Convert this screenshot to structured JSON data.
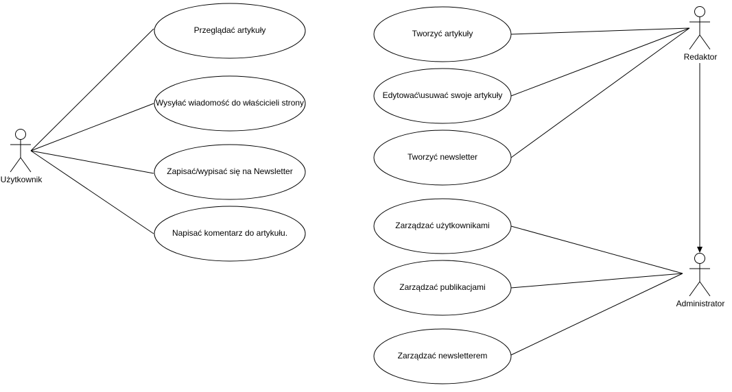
{
  "actors": [
    {
      "id": "uzytkownik",
      "label": "Użytkownik"
    },
    {
      "id": "redaktor",
      "label": "Redaktor"
    },
    {
      "id": "administrator",
      "label": "Administrator"
    }
  ],
  "use_cases": [
    {
      "id": "przegladac",
      "label": "Przeglądać artykuły"
    },
    {
      "id": "wysylac",
      "label": "Wysyłać wiadomość do właścicieli strony"
    },
    {
      "id": "zapisac",
      "label": "Zapisać/wypisać się na Newsletter"
    },
    {
      "id": "napisac",
      "label": "Napisać komentarz do artykułu."
    },
    {
      "id": "tworzyc-art",
      "label": "Tworzyć artykuły"
    },
    {
      "id": "edytowac",
      "label": "Edytować\\usuwać swoje artykuły"
    },
    {
      "id": "tworzyc-news",
      "label": "Tworzyć newsletter"
    },
    {
      "id": "zarz-uzyt",
      "label": "Zarządzać użytkownikami"
    },
    {
      "id": "zarz-pub",
      "label": "Zarządzać publikacjami"
    },
    {
      "id": "zarz-news",
      "label": "Zarządzać newsletterem"
    }
  ],
  "associations": [
    {
      "actor": "uzytkownik",
      "use_case": "przegladac"
    },
    {
      "actor": "uzytkownik",
      "use_case": "wysylac"
    },
    {
      "actor": "uzytkownik",
      "use_case": "zapisac"
    },
    {
      "actor": "uzytkownik",
      "use_case": "napisac"
    },
    {
      "actor": "redaktor",
      "use_case": "tworzyc-art"
    },
    {
      "actor": "redaktor",
      "use_case": "edytowac"
    },
    {
      "actor": "redaktor",
      "use_case": "tworzyc-news"
    },
    {
      "actor": "administrator",
      "use_case": "zarz-uzyt"
    },
    {
      "actor": "administrator",
      "use_case": "zarz-pub"
    },
    {
      "actor": "administrator",
      "use_case": "zarz-news"
    }
  ],
  "generalizations": [
    {
      "from": "redaktor",
      "to": "administrator"
    }
  ]
}
